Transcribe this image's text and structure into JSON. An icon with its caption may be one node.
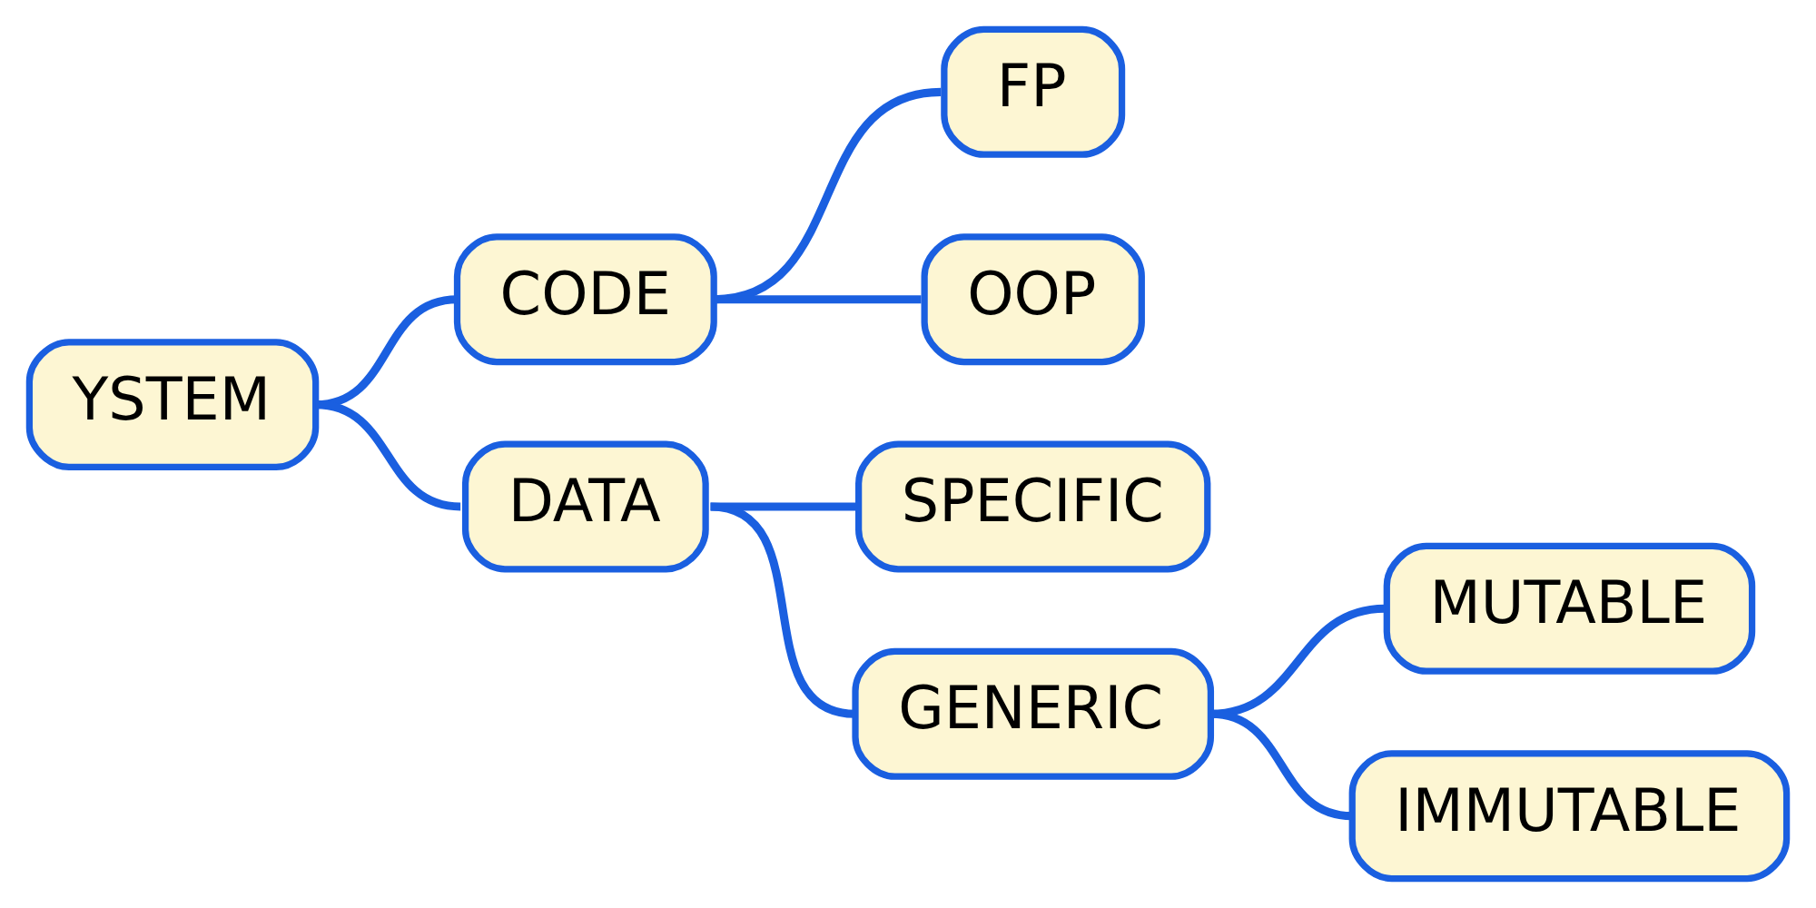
{
  "diagram": {
    "nodes": [
      {
        "text": [
          "YSTEM"
        ]
      },
      {
        "text": [
          "CODE"
        ]
      },
      {
        "text": [
          "DATA"
        ]
      },
      {
        "text": [
          "FP"
        ]
      },
      {
        "text": [
          "OOP"
        ]
      },
      {
        "text": [
          "SPECIFIC"
        ]
      },
      {
        "text": [
          "GENERIC"
        ]
      },
      {
        "text": [
          "MUTABLE"
        ]
      },
      {
        "text": [
          "IMMUTABLE"
        ]
      }
    ],
    "edges": [
      {
        "from": 0,
        "to": 1,
        "arrow": "none"
      },
      {
        "from": 0,
        "to": 2,
        "arrow": "none"
      },
      {
        "from": 1,
        "to": 3,
        "arrow": "none"
      },
      {
        "from": 1,
        "to": 4,
        "arrow": "none"
      },
      {
        "from": 2,
        "to": 5,
        "arrow": "none"
      },
      {
        "from": 2,
        "to": 6,
        "arrow": "none"
      },
      {
        "from": 6,
        "to": 7,
        "arrow": "none"
      },
      {
        "from": 6,
        "to": 8,
        "arrow": "none"
      }
    ]
  }
}
